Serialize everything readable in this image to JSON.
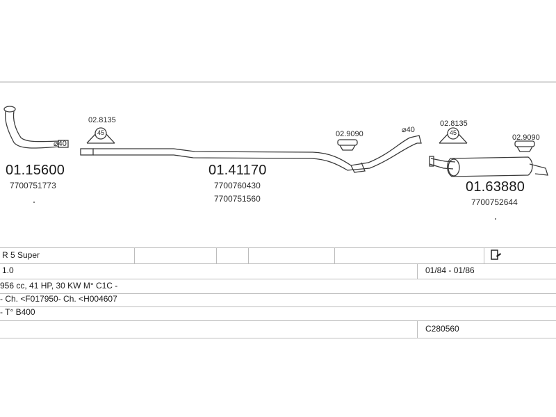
{
  "parts": {
    "front_pipe": {
      "number": "01.15600",
      "oe": "7700751773",
      "diameter": "⌀40"
    },
    "middle_pipe": {
      "number": "01.41170",
      "oe1": "7700760430",
      "oe2": "7700751560",
      "diameter": "⌀40"
    },
    "rear_silencer": {
      "number": "01.63880",
      "oe": "7700752644"
    },
    "clamp_left": {
      "number": "02.8135",
      "size": "45"
    },
    "hanger_mid": {
      "number": "02.9090"
    },
    "clamp_right": {
      "number": "02.8135",
      "size": "45"
    },
    "hanger_right": {
      "number": "02.9090"
    }
  },
  "table": {
    "model": "R 5 Super",
    "engine": "1.0",
    "years": "01/84 - 01/86",
    "spec": "956 cc, 41 HP, 30 KW M° C1C -",
    "chassis": "- Ch. <F017950- Ch. <H004607",
    "type": "- T° B400",
    "code": "C280560"
  },
  "colors": {
    "line": "#bdbdbd",
    "drawing": "#3a3a3a"
  }
}
